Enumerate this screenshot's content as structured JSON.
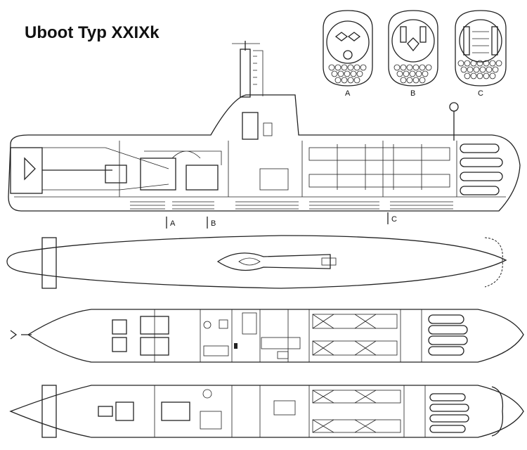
{
  "title": "Uboot Typ XXIXk",
  "cross_sections": [
    {
      "label": "A"
    },
    {
      "label": "B"
    },
    {
      "label": "C"
    }
  ],
  "section_markers": [
    {
      "label": "A"
    },
    {
      "label": "B"
    },
    {
      "label": "C"
    }
  ]
}
